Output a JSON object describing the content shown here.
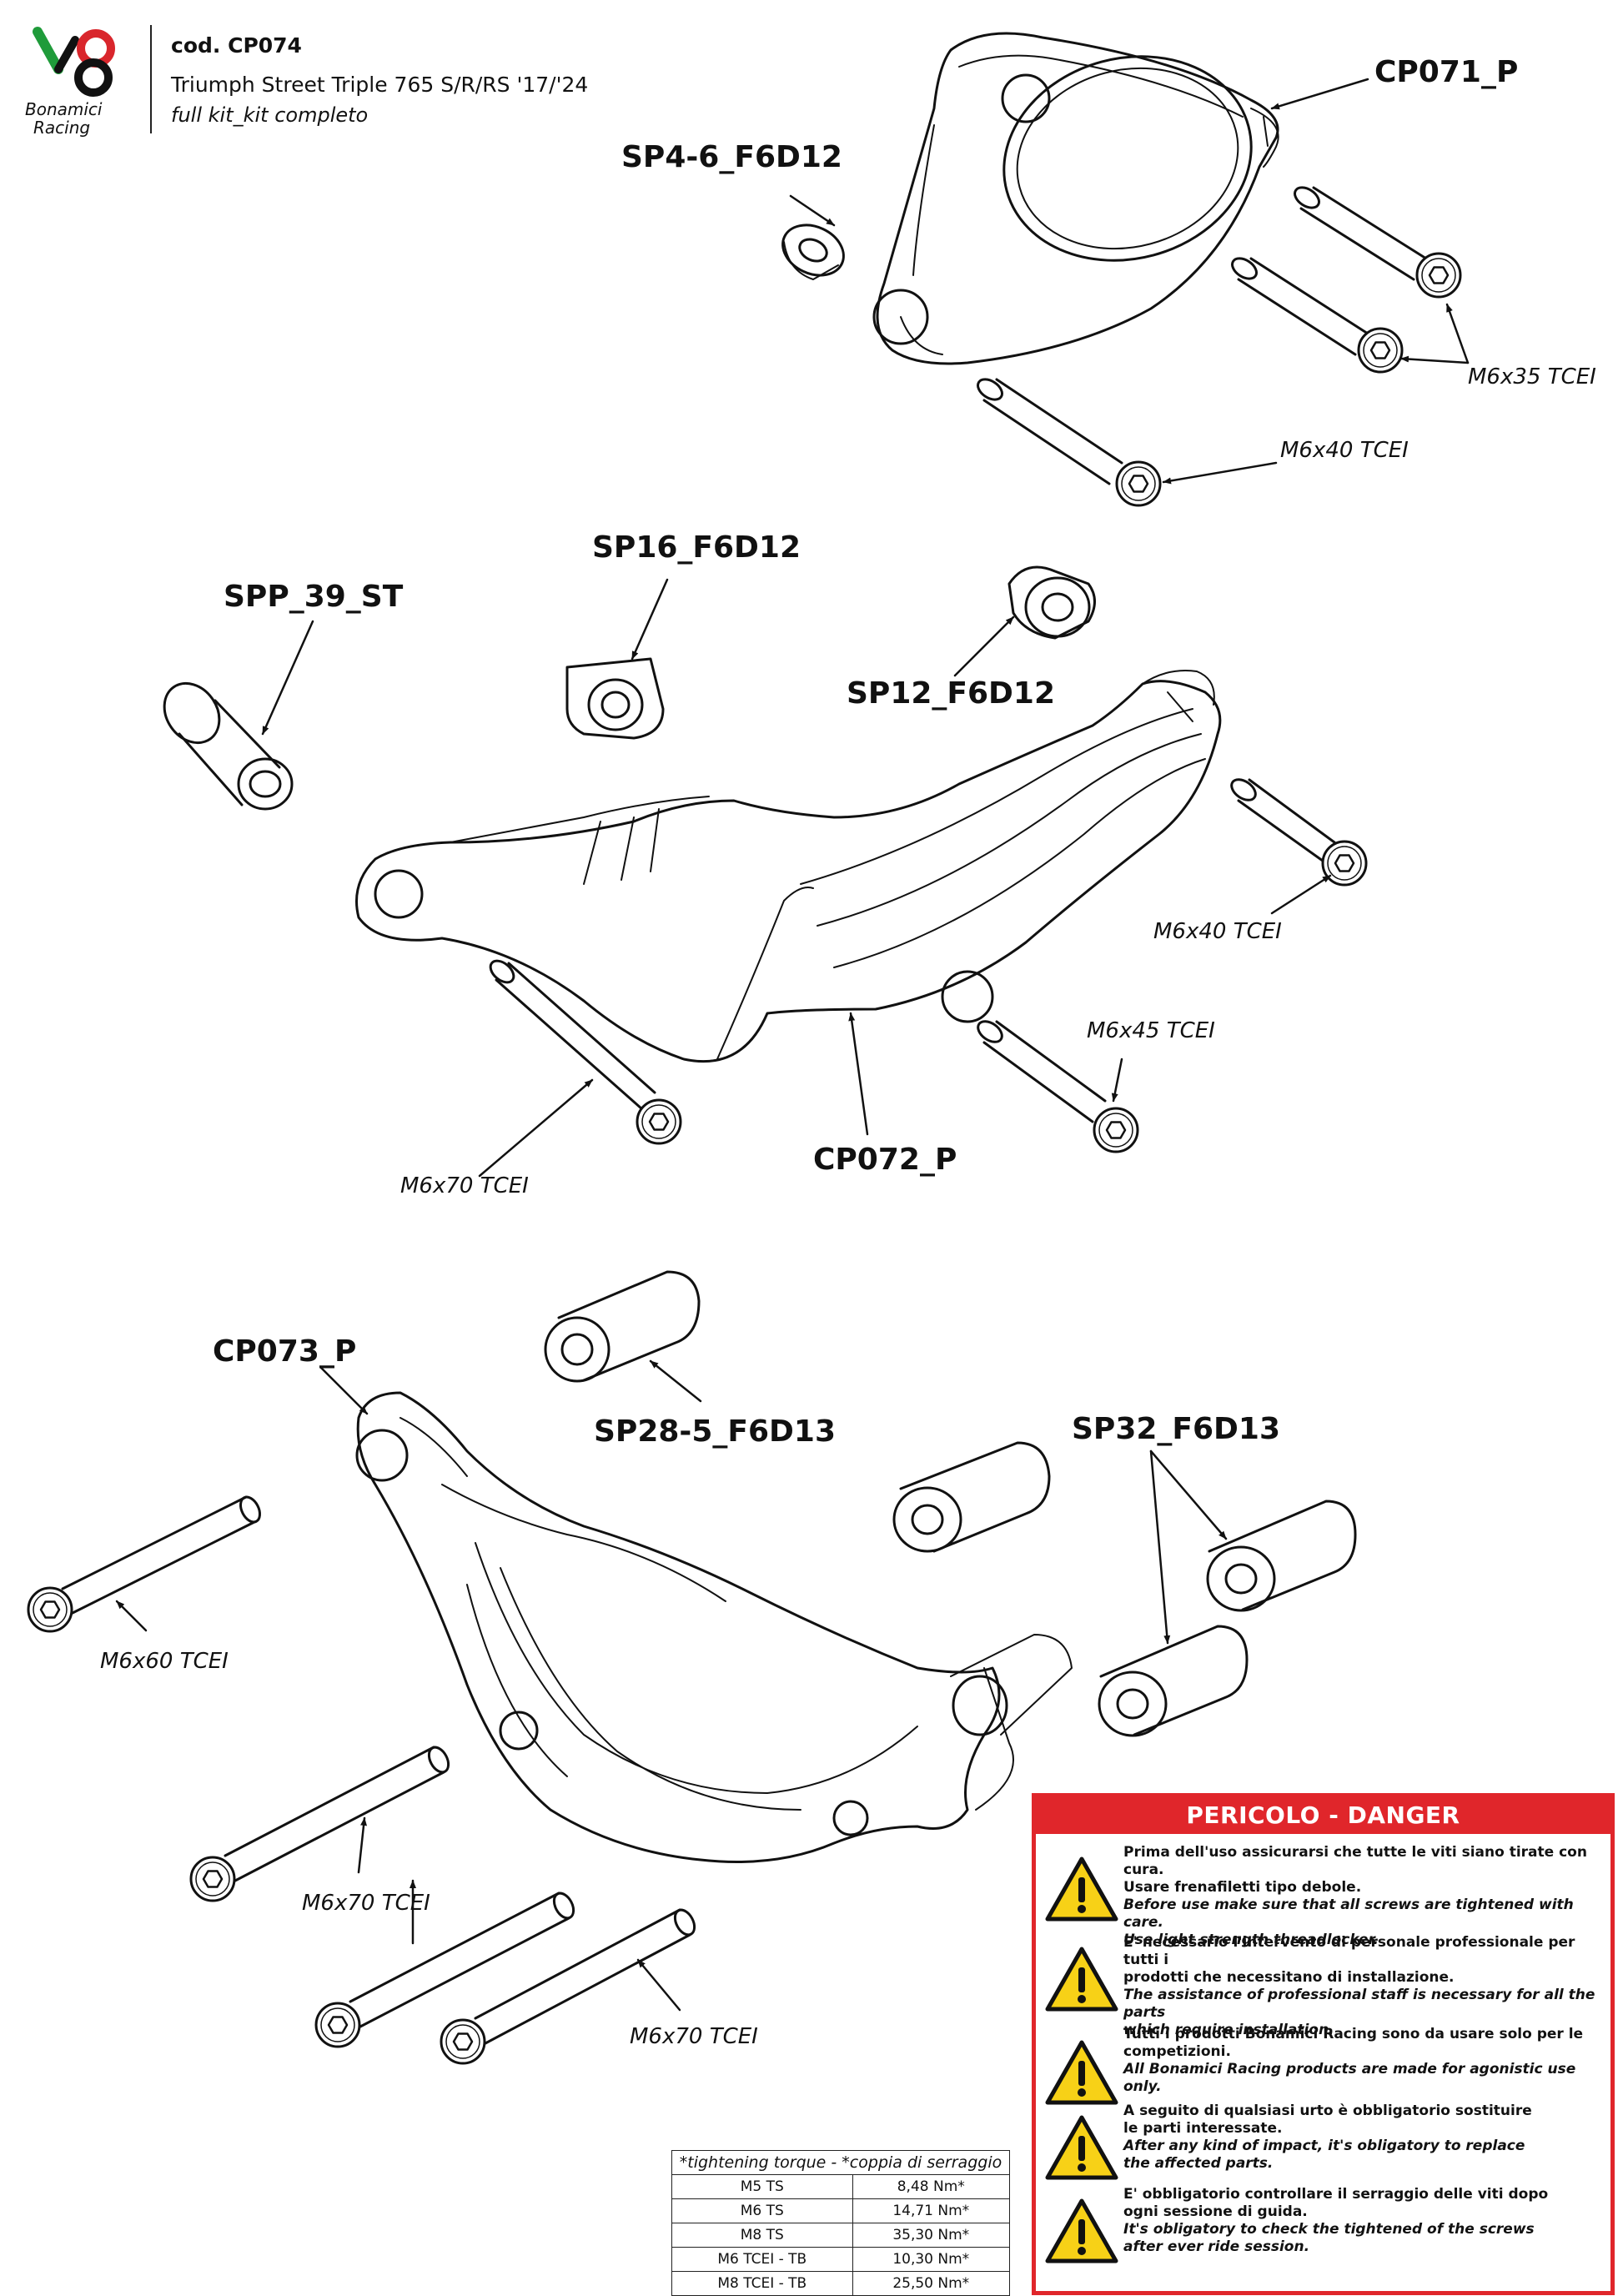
{
  "header": {
    "brand_line1": "Bonamici",
    "brand_line2": "Racing",
    "code": "cod. CP074",
    "model": "Triumph Street Triple 765 S/R/RS '17/'24",
    "kit": "full kit_kit completo"
  },
  "parts": {
    "cp071": "CP071_P",
    "sp4_6": "SP4-6_F6D12",
    "m6x35": "M6x35 TCEI",
    "m6x40_top": "M6x40 TCEI",
    "spp39": "SPP_39_ST",
    "sp16": "SP16_F6D12",
    "sp12": "SP12_F6D12",
    "m6x40_mid": "M6x40 TCEI",
    "m6x45": "M6x45 TCEI",
    "m6x70_mid": "M6x70 TCEI",
    "cp072": "CP072_P",
    "cp073": "CP073_P",
    "sp28": "SP28-5_F6D13",
    "sp32": "SP32_F6D13",
    "m6x60": "M6x60 TCEI",
    "m6x70_a": "M6x70 TCEI",
    "m6x70_b": "M6x70 TCEI"
  },
  "danger": {
    "title": "PERICOLO - DANGER",
    "items": [
      {
        "it": [
          "Prima dell'uso assicurarsi che tutte le viti siano tirate con cura.",
          "Usare frenafiletti tipo debole."
        ],
        "en": [
          "Before use make sure that all screws are tightened with care.",
          "Use light strength threadlocker."
        ]
      },
      {
        "it": [
          "E' necessario l'intervento di personale professionale per tutti i",
          "prodotti che necessitano di installazione."
        ],
        "en": [
          "The assistance of professional staff is necessary for all the parts",
          "which require installation."
        ]
      },
      {
        "it": [
          "Tutti i prodotti Bonamici Racing sono da usare solo per le competizioni."
        ],
        "en": [
          "All Bonamici Racing products are made for agonistic use only."
        ]
      },
      {
        "it": [
          "A seguito di qualsiasi urto è obbligatorio sostituire",
          "le parti interessate."
        ],
        "en": [
          "After any kind of impact, it's obligatory to replace",
          "the affected parts."
        ]
      },
      {
        "it": [
          "E' obbligatorio controllare il serraggio delle viti dopo",
          "ogni sessione di guida."
        ],
        "en": [
          "It's obligatory to check the tightened of the screws",
          "after ever ride session."
        ]
      }
    ]
  },
  "torque": {
    "header": "*tightening torque - *coppia di serraggio",
    "rows": [
      [
        "M5 TS",
        "8,48 Nm*"
      ],
      [
        "M6 TS",
        "14,71 Nm*"
      ],
      [
        "M8 TS",
        "35,30 Nm*"
      ],
      [
        "M6 TCEI - TB",
        "10,30 Nm*"
      ],
      [
        "M8 TCEI - TB",
        "25,50 Nm*"
      ]
    ]
  },
  "colors": {
    "danger_red": "#e0262b",
    "warning_yellow": "#f7d117",
    "logo_green": "#1f9b3a",
    "logo_red": "#d9262c"
  }
}
